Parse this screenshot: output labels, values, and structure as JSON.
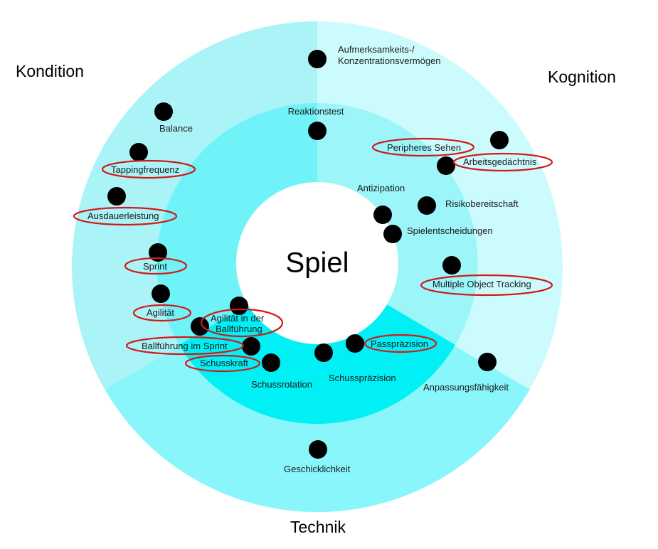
{
  "center_label": "Spiel",
  "categories": {
    "kondition": "Kondition",
    "kognition": "Kognition",
    "technik": "Technik"
  },
  "colors": {
    "outer_kondition": "#aaf4f8",
    "outer_kognition": "#ccfbfd",
    "outer_technik": "#88f6fb",
    "inner_kondition": "#6ff3f9",
    "inner_kognition": "#9bf5f9",
    "inner_technik": "#00f0f5",
    "highlight": "#d11a1a"
  },
  "labels": {
    "aufmerksamkeit_1": "Aufmerksamkeits-/",
    "aufmerksamkeit_2": "Konzentrationsvermögen",
    "balance": "Balance",
    "reaktionstest": "Reaktionstest",
    "peripheres_sehen": "Peripheres Sehen",
    "arbeitsgedaechtnis": "Arbeitsgedächtnis",
    "tappingfrequenz": "Tappingfrequenz",
    "antizipation": "Antizipation",
    "risikobereitschaft": "Risikobereitschaft",
    "ausdauerleistung": "Ausdauerleistung",
    "spielentscheidungen": "Spielentscheidungen",
    "sprint": "Sprint",
    "multiple_object_tracking": "Multiple Object Tracking",
    "agilitaet": "Agilität",
    "agilitaet_ball_1": "Agilität in der",
    "agilitaet_ball_2": "Ballführung",
    "ballfuehrung_sprint": "Ballführung im Sprint",
    "passpraezision": "Passpräzision",
    "schusskraft": "Schusskraft",
    "schussrotation": "Schussrotation",
    "schusspraezision": "Schusspräzision",
    "anpassungsfaehigkeit": "Anpassungsfähigkeit",
    "geschicklichkeit": "Geschicklichkeit"
  }
}
